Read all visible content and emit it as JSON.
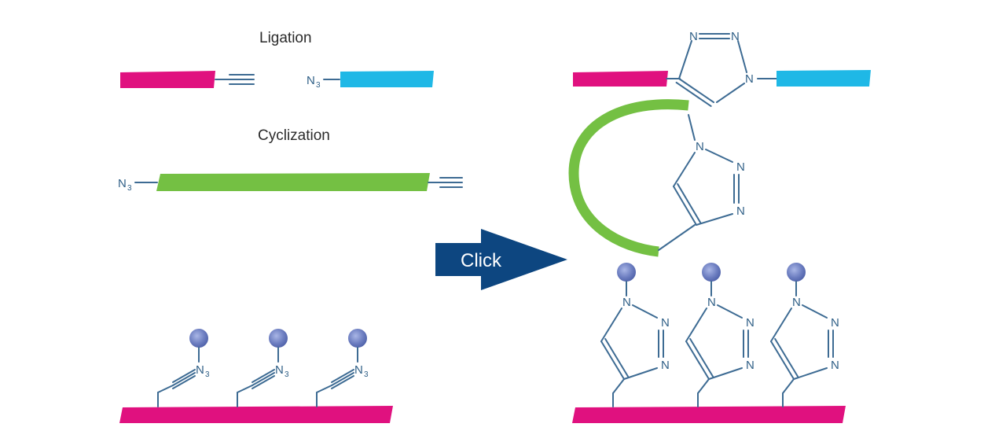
{
  "labels": {
    "ligation": "Ligation",
    "cyclization": "Cyclization",
    "click": "Click"
  },
  "atoms": {
    "n": "N",
    "n3": "N",
    "n3_sub": "3"
  },
  "colors": {
    "magenta": "#e0117f",
    "cyan": "#1fb8e6",
    "green": "#74c043",
    "navy": "#0d4680",
    "bond": "#3d6b93",
    "bead": "#6f80c2"
  }
}
